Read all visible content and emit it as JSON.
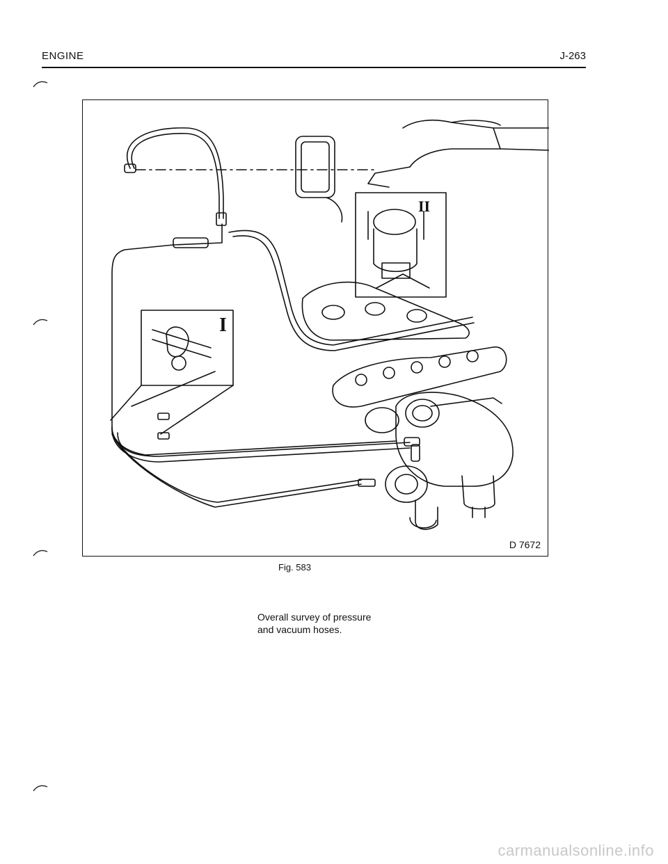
{
  "header": {
    "section": "ENGINE",
    "page_number": "J-263"
  },
  "figure": {
    "id_label": "D 7672",
    "callout_1": "I",
    "callout_2": "II",
    "caption": "Fig. 583"
  },
  "description": {
    "line_1": "Overall survey of pressure",
    "line_2": "and vacuum hoses."
  },
  "watermark": "carmanualsonline.info"
}
